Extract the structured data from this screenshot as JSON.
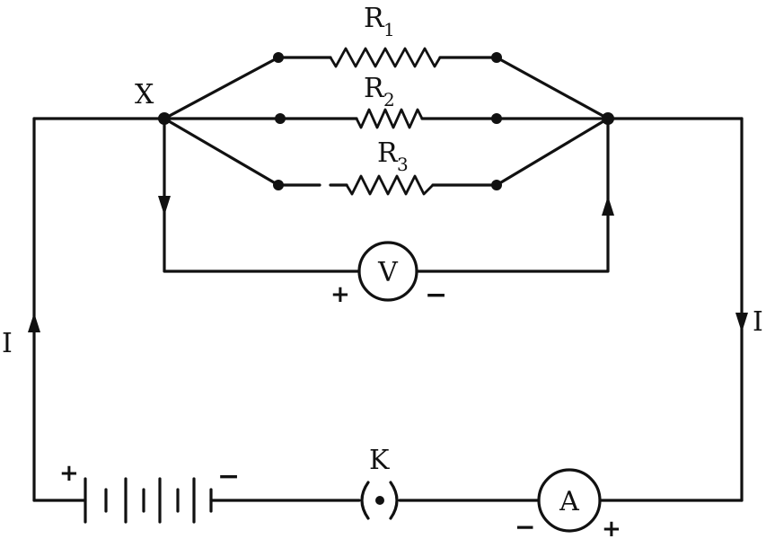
{
  "labels": {
    "junction_x": "X",
    "r1": "R",
    "r1_sub": "1",
    "r2": "R",
    "r2_sub": "2",
    "r3": "R",
    "r3_sub": "3",
    "voltmeter": "V",
    "ammeter": "A",
    "key": "K",
    "current_left": "I",
    "current_right": "I",
    "voltmeter_plus": "+",
    "voltmeter_minus": "−",
    "battery_plus": "+",
    "battery_minus": "−",
    "ammeter_minus": "−",
    "ammeter_plus": "+"
  },
  "colors": {
    "ink": "#111111",
    "background": "#ffffff"
  }
}
